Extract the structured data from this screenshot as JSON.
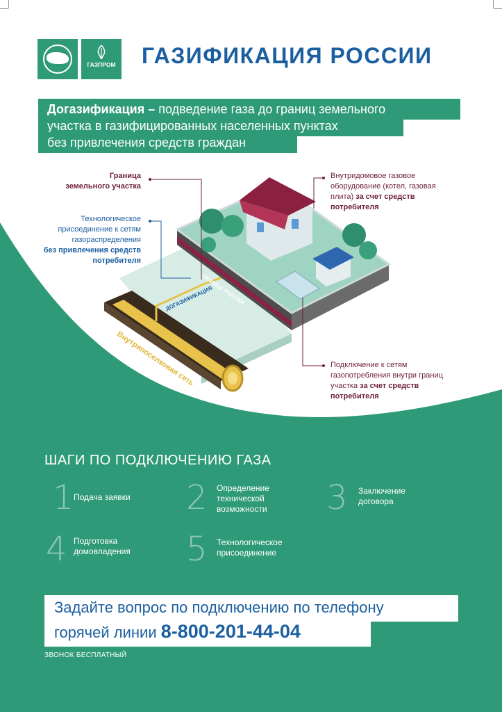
{
  "header": {
    "logo_left_icon": "map-of-russia-emblem-icon",
    "logo_right_icon": "gazprom-flame-icon",
    "logo_right_text": "ГАЗПРОМ",
    "title": "ГАЗИФИКАЦИЯ РОССИИ"
  },
  "definition": {
    "term": "Догазификация –",
    "line1_rest": " подведение газа до границ земельного",
    "line2": "участка в газифицированных населенных пунктах",
    "line3": "без привлечения средств граждан"
  },
  "illustration": {
    "label_boundary": {
      "line1": "Граница",
      "line2": "земельного участка"
    },
    "label_tech_connection": {
      "line1": "Технологическое",
      "line2": "присоединение к сетям",
      "line3": "газораспределения",
      "line4": "без привлечения средств",
      "line5": "потребителя"
    },
    "label_indoor": {
      "line1": "Внутридомовое газовое",
      "line2": "оборудование (котел, газовая",
      "line3_plain": "плита) ",
      "line3_bold": "за счет средств",
      "line4": "потребителя"
    },
    "label_consumption": {
      "line1": "Подключение к сетям",
      "line2": "газопотребления внутри границ",
      "line3_plain": "участка ",
      "line3_bold": "за счет средств",
      "line4": "потребителя"
    },
    "tag_dogaz": "ДОГАЗИФИКАЦИЯ",
    "tag_border": "ГРАНИЦА УЧАСТКА",
    "tag_network": "Внутрипоселковая сеть"
  },
  "steps": {
    "title": "ШАГИ ПО ПОДКЛЮЧЕНИЮ ГАЗА",
    "items": [
      {
        "num": "1",
        "line1": "Подача заявки",
        "line2": "",
        "line3": ""
      },
      {
        "num": "2",
        "line1": "Определение",
        "line2": "технической",
        "line3": "возможности"
      },
      {
        "num": "3",
        "line1": "Заключение",
        "line2": "договора",
        "line3": ""
      },
      {
        "num": "4",
        "line1": "Подготовка",
        "line2": "домовладения",
        "line3": ""
      },
      {
        "num": "5",
        "line1": "Технологическое",
        "line2": "присоединение",
        "line3": ""
      }
    ]
  },
  "hotline": {
    "line1": "Задайте вопрос по подключению по телефону",
    "line2_prefix": "горячей линии ",
    "phone": "8-800-201-44-04",
    "note": "ЗВОНОК БЕСПЛАТНЫЙ"
  },
  "colors": {
    "green": "#2f9a78",
    "blue": "#1b5fa0",
    "maroon": "#6d1f3c"
  }
}
